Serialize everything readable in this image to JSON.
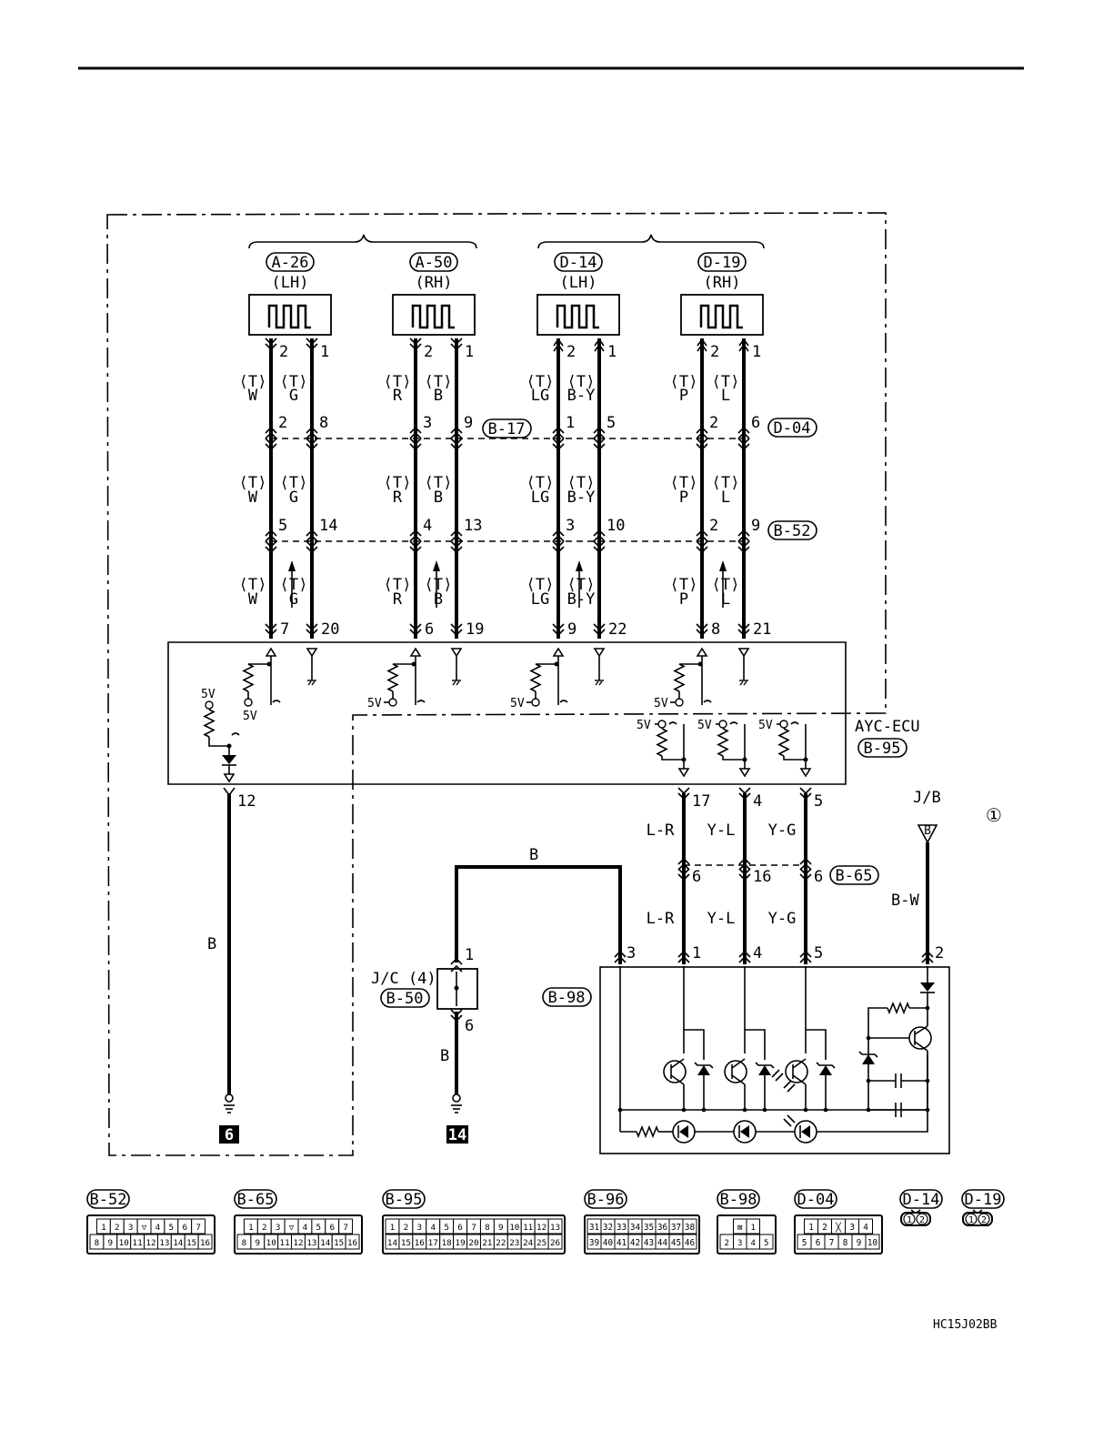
{
  "sensors": [
    {
      "connector": "A-26",
      "side": "(LH)",
      "pin_left": "2",
      "pin_right": "1"
    },
    {
      "connector": "A-50",
      "side": "(RH)",
      "pin_left": "2",
      "pin_right": "1"
    },
    {
      "connector": "D-14",
      "side": "(LH)",
      "pin_left": "2",
      "pin_right": "1"
    },
    {
      "connector": "D-19",
      "side": "(RH)",
      "pin_left": "2",
      "pin_right": "1"
    }
  ],
  "wire_groups": [
    {
      "wire_left": {
        "tag": "⟨T⟩",
        "color": "W"
      },
      "wire_right": {
        "tag": "⟨T⟩",
        "color": "G"
      },
      "pins_b17": [
        "2",
        "8"
      ],
      "pins_b52": [
        "5",
        "14"
      ],
      "pins_ecu": [
        "7",
        "20"
      ]
    },
    {
      "wire_left": {
        "tag": "⟨T⟩",
        "color": "R"
      },
      "wire_right": {
        "tag": "⟨T⟩",
        "color": "B"
      },
      "pins_b17": [
        "3",
        "9"
      ],
      "pins_b52": [
        "4",
        "13"
      ],
      "pins_ecu": [
        "6",
        "19"
      ]
    },
    {
      "wire_left": {
        "tag": "⟨T⟩",
        "color": "LG"
      },
      "wire_right": {
        "tag": "⟨T⟩",
        "color": "B-Y"
      },
      "pins_b17": [
        "1",
        "5"
      ],
      "pins_b52": [
        "3",
        "10"
      ],
      "pins_ecu": [
        "9",
        "22"
      ]
    },
    {
      "wire_left": {
        "tag": "⟨T⟩",
        "color": "P"
      },
      "wire_right": {
        "tag": "⟨T⟩",
        "color": "L"
      },
      "pins_b17": [
        "2",
        "6"
      ],
      "pins_b52": [
        "2",
        "9"
      ],
      "pins_ecu": [
        "8",
        "21"
      ]
    }
  ],
  "junction_labels": {
    "upper_left": "B-17",
    "upper_right": "D-04",
    "middle": "B-52"
  },
  "ecu": {
    "name": "AYC-ECU",
    "connector": "B-95",
    "supply_label": "5V",
    "output_pin": "12",
    "lower_pins": [
      "17",
      "4",
      "5"
    ]
  },
  "lower_wires": [
    {
      "color_upper": "L-R",
      "color_lower": "L-R",
      "pin_b65": "6",
      "pin_b98": "1"
    },
    {
      "color_upper": "Y-L",
      "color_lower": "Y-L",
      "pin_b65": "16",
      "pin_b98": "4"
    },
    {
      "color_upper": "Y-G",
      "color_lower": "Y-G",
      "pin_b65": "6",
      "pin_b98": "5"
    }
  ],
  "b65_label": "B-65",
  "ground_wire_color": "B",
  "ground_left_number": "6",
  "ground_right_number": "14",
  "jc": {
    "label": "J/C (4)",
    "connector": "B-50",
    "pin_top": "1",
    "pin_bottom": "6",
    "wire_color": "B"
  },
  "top_b_wire": {
    "color": "B",
    "pin_b98": "3"
  },
  "b98_label": "B-98",
  "jb": {
    "label": "J/B",
    "fuse_letter": "B",
    "wire_color": "B-W",
    "pin_b98": "2"
  },
  "circle_number": "①",
  "connector_views": [
    {
      "name": "B-52",
      "row1": [
        "1",
        "2",
        "3",
        "▽",
        "4",
        "5",
        "6",
        "7"
      ],
      "row2": [
        "8",
        "9",
        "10",
        "11",
        "12",
        "13",
        "14",
        "15",
        "16"
      ]
    },
    {
      "name": "B-65",
      "row1": [
        "1",
        "2",
        "3",
        "▽",
        "4",
        "5",
        "6",
        "7"
      ],
      "row2": [
        "8",
        "9",
        "10",
        "11",
        "12",
        "13",
        "14",
        "15",
        "16"
      ]
    },
    {
      "name": "B-95",
      "row1": [
        "1",
        "2",
        "3",
        "4",
        "5",
        "6",
        "7",
        "8",
        "9",
        "10",
        "11",
        "12",
        "13"
      ],
      "row2": [
        "14",
        "15",
        "16",
        "17",
        "18",
        "19",
        "20",
        "21",
        "22",
        "23",
        "24",
        "25",
        "26"
      ]
    },
    {
      "name": "B-96",
      "row1": [
        "31",
        "32",
        "33",
        "34",
        "35",
        "36",
        "37",
        "38"
      ],
      "row2": [
        "39",
        "40",
        "41",
        "42",
        "43",
        "44",
        "45",
        "46"
      ]
    },
    {
      "name": "B-98",
      "row1": [
        "⊠",
        "1"
      ],
      "row2": [
        "2",
        "3",
        "4",
        "5"
      ]
    },
    {
      "name": "D-04",
      "row1": [
        "1",
        "2",
        "╳",
        "3",
        "4"
      ],
      "row2": [
        "5",
        "6",
        "7",
        "8",
        "9",
        "10"
      ]
    },
    {
      "name": "D-14",
      "row1": [
        "1",
        "2"
      ],
      "row2": []
    },
    {
      "name": "D-19",
      "row1": [
        "1",
        "2"
      ],
      "row2": []
    }
  ],
  "figure_code": "HC15J02BB"
}
